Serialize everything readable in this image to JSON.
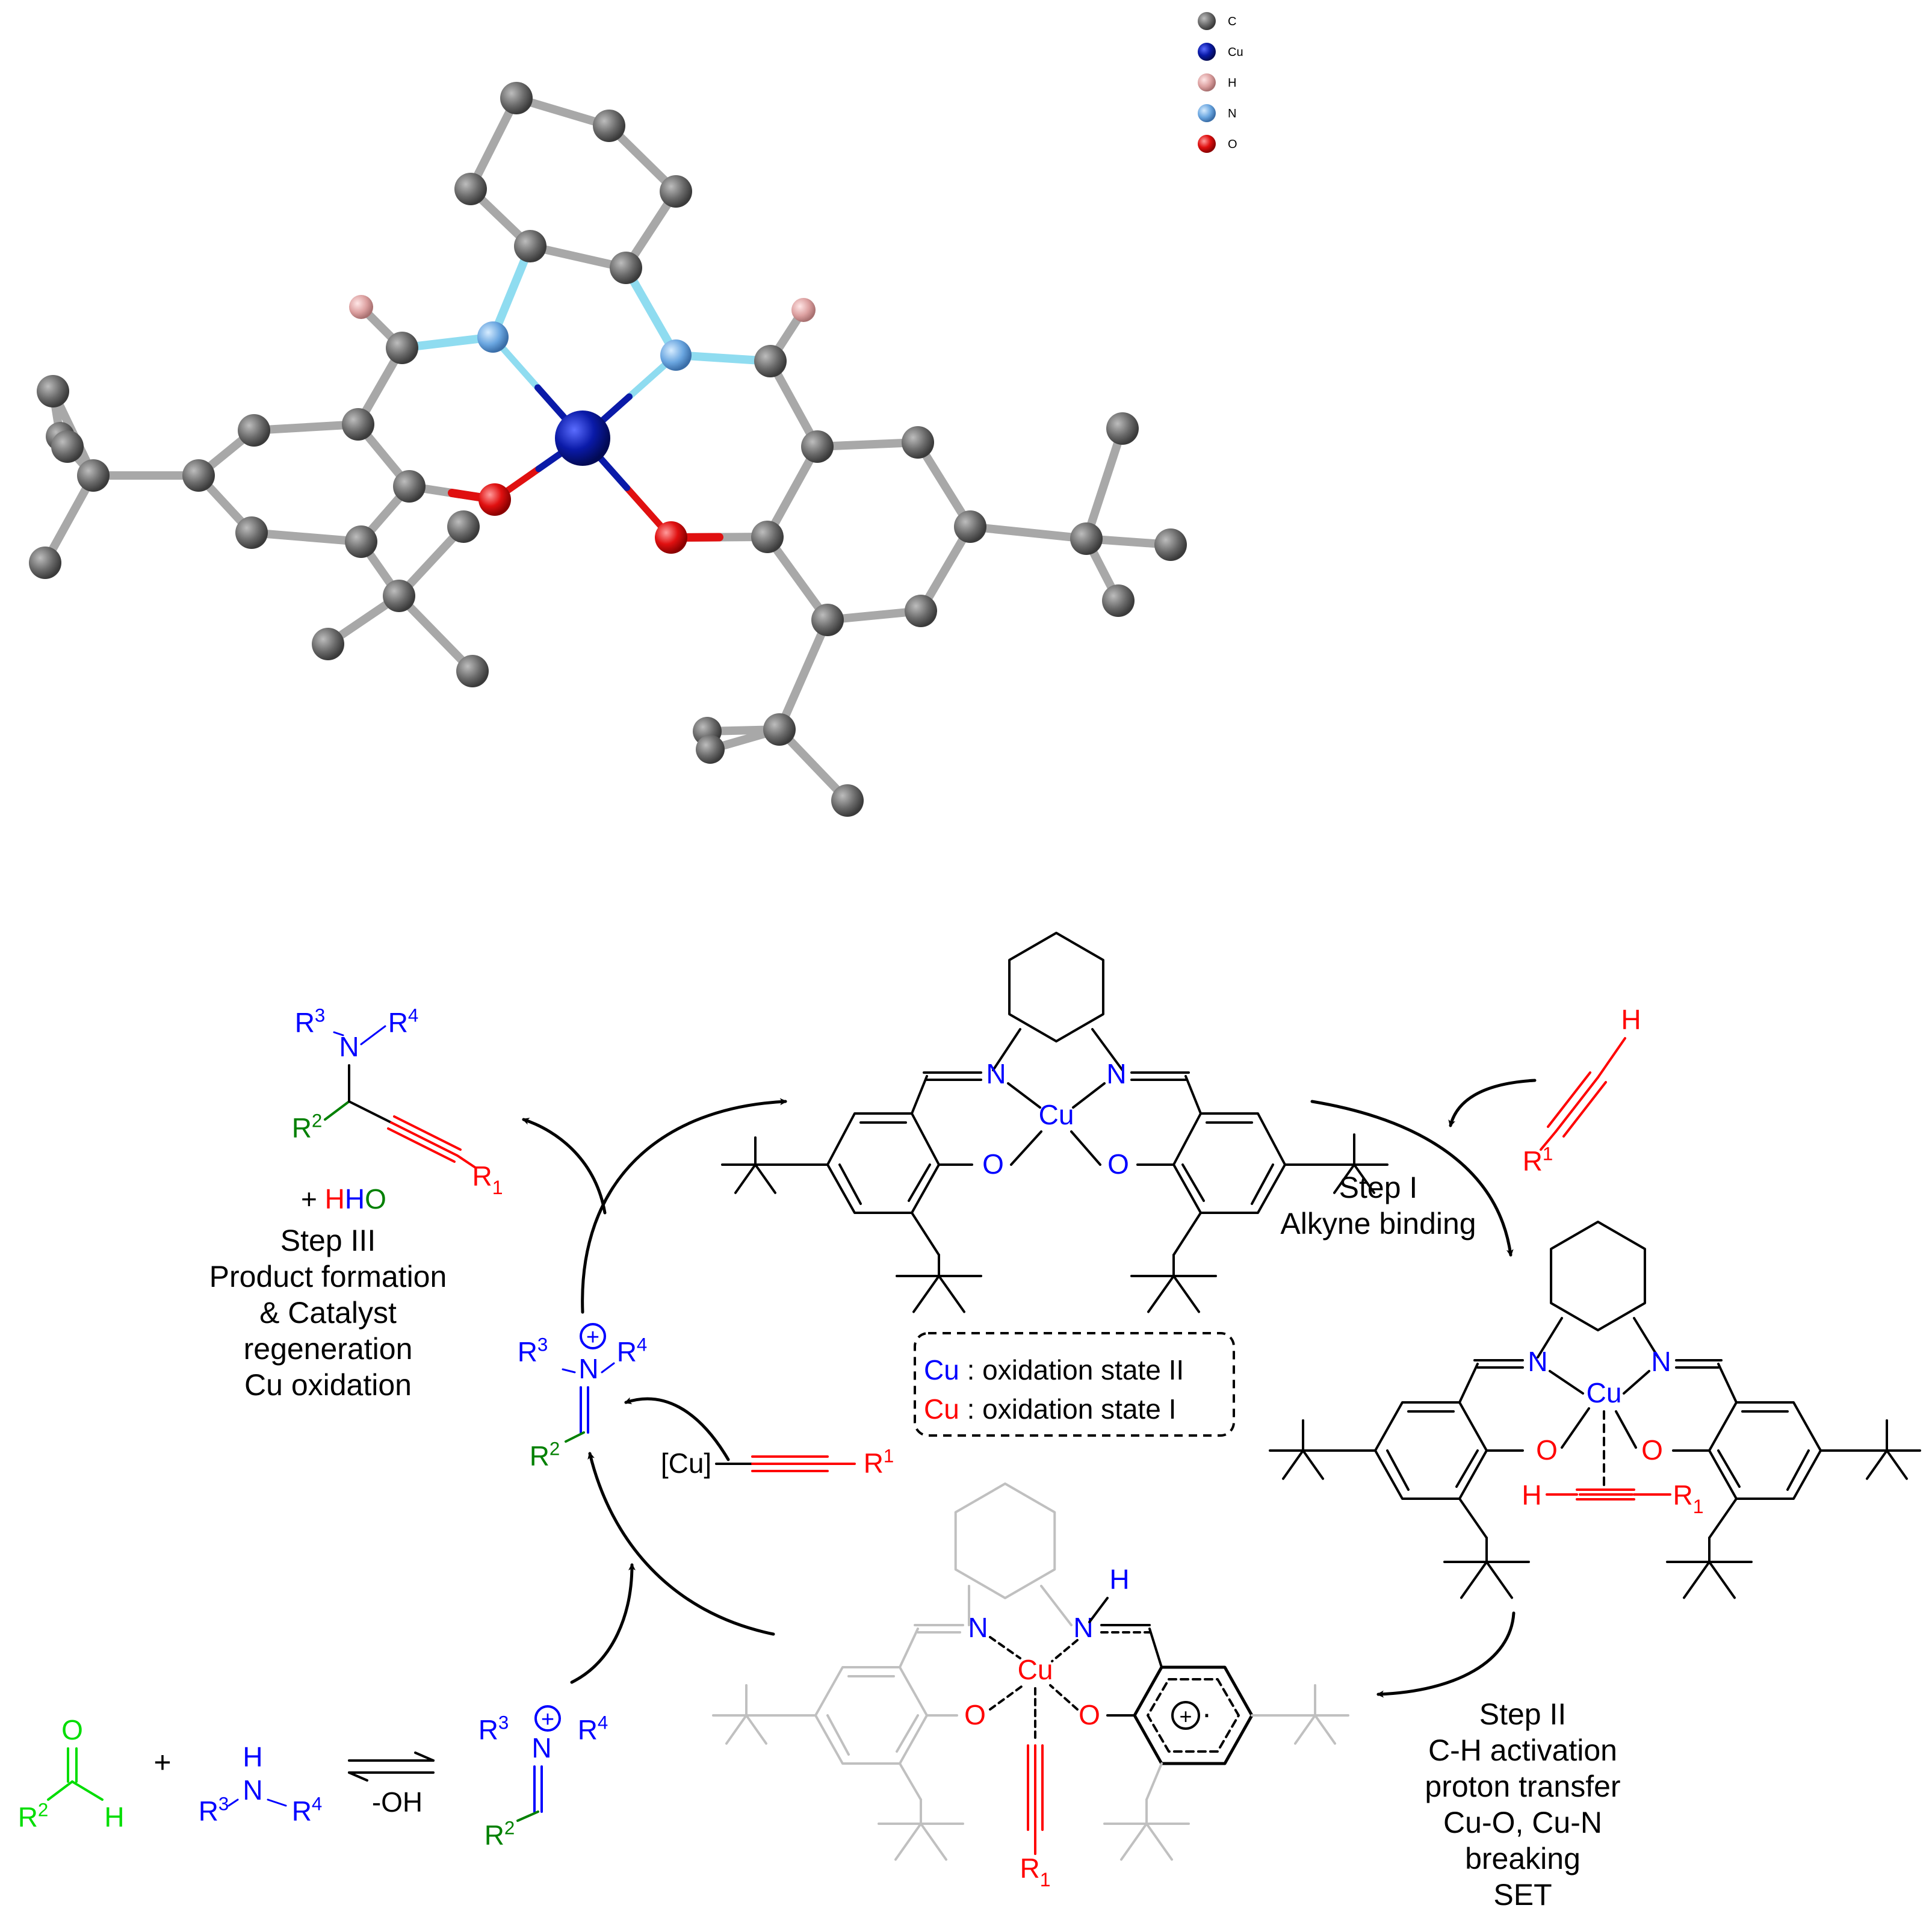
{
  "legend": [
    {
      "symbol": "C",
      "color": "#606060"
    },
    {
      "symbol": "Cu",
      "color": "#0a1aa8"
    },
    {
      "symbol": "H",
      "color": "#e0a7a7"
    },
    {
      "symbol": "N",
      "color": "#6aa6e0"
    },
    {
      "symbol": "O",
      "color": "#e01010"
    }
  ],
  "oxidation_box": [
    {
      "metal": "Cu",
      "text": " : oxidation state II",
      "metal_color": "#0000ff"
    },
    {
      "metal": "Cu",
      "text": " : oxidation state I",
      "metal_color": "#ff0000"
    }
  ],
  "steps": {
    "step1": [
      "Step I",
      "Alkyne binding"
    ],
    "step2": [
      "Step II",
      "C-H activation",
      "proton transfer",
      "Cu-O, Cu-N",
      "breaking",
      "SET"
    ],
    "step3": [
      "Step III",
      "Product formation",
      "& Catalyst",
      "regeneration",
      "Cu oxidation"
    ]
  },
  "labels": {
    "N": "N",
    "O": "O",
    "Cu": "Cu",
    "H": "H",
    "R": "R",
    "sup1": "1",
    "sup2": "2",
    "sup3": "3",
    "sup4": "4",
    "cu_bracket": "[Cu]",
    "plus": "+",
    "minus_oh": "-OH",
    "hho": [
      "+ ",
      "H",
      "H",
      "O"
    ],
    "charge_plus": "+",
    "radical_dot": "·"
  },
  "colors": {
    "blue": "#0000ff",
    "red": "#ff0000",
    "green": "#008000",
    "bright_green": "#00dd00",
    "gray": "#c0c0c0",
    "black": "#000000"
  }
}
